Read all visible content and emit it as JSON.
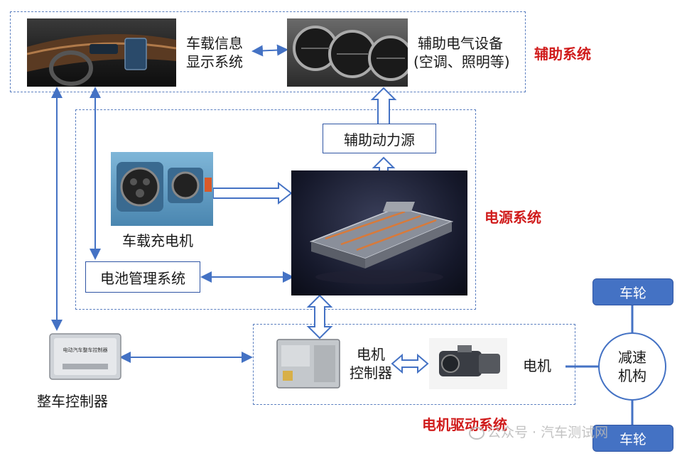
{
  "labels": {
    "display_system": [
      "车载信息",
      "显示系统"
    ],
    "aux_equipment": [
      "辅助电气设备",
      "(空调、照明等)"
    ],
    "aux_system": "辅助系统",
    "aux_power": "辅助动力源",
    "onboard_charger": "车载充电机",
    "power_system": "电源系统",
    "bms": "电池管理系统",
    "motor_controller": [
      "电机",
      "控制器"
    ],
    "motor": "电机",
    "reduction": [
      "减速",
      "机构"
    ],
    "wheel_top": "车轮",
    "wheel_bottom": "车轮",
    "vcu": "整车控制器",
    "drive_system": "电机驱动系统",
    "watermark": "公众号 · 汽车测试网",
    "vcu_chip_text": "电动汽车整车控制器"
  }
}
